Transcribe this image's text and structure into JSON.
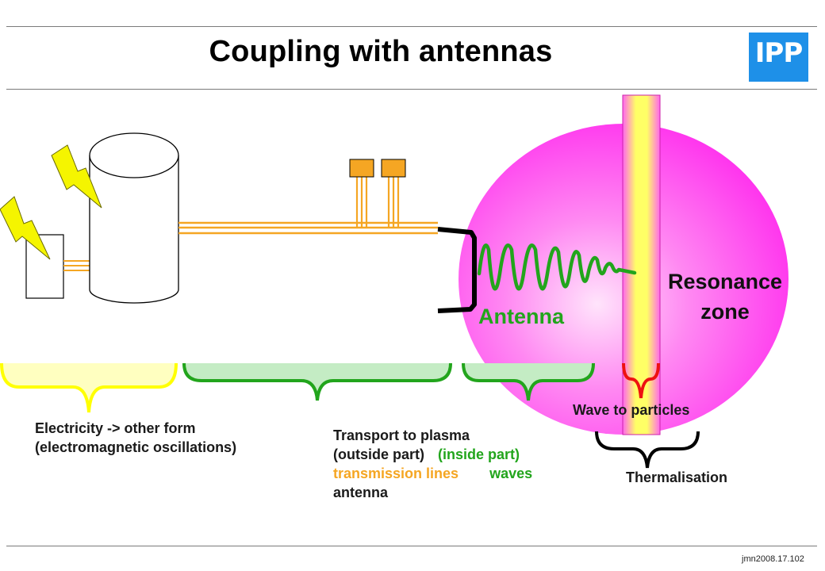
{
  "slide": {
    "title": "Coupling with antennas",
    "logo_text": "IPP",
    "footer": "jmn2008.17.102"
  },
  "diagram": {
    "antenna_label": "Antenna",
    "resonance_label_line1": "Resonance",
    "resonance_label_line2": "zone",
    "wave_to_particles": "Wave to particles",
    "thermalisation": "Thermalisation",
    "electricity_line1": "Electricity -> other form",
    "electricity_line2": "(electromagnetic oscillations)",
    "transport_line1": "Transport to plasma",
    "outside_part": "(outside part)",
    "inside_part": "(inside part)",
    "transmission_lines": "transmission lines",
    "waves": "waves",
    "antenna_word": "antenna"
  },
  "colors": {
    "plasma": "#ff33ee",
    "resonance_core": "#ffff66",
    "wave": "#22a51c",
    "transmission": "#f5a623",
    "lightning": "#f5f500",
    "bracket_yellow": "#ffff00",
    "bracket_green": "#22a51c",
    "bracket_red": "#ee1111",
    "logo": "#1e90e8"
  }
}
